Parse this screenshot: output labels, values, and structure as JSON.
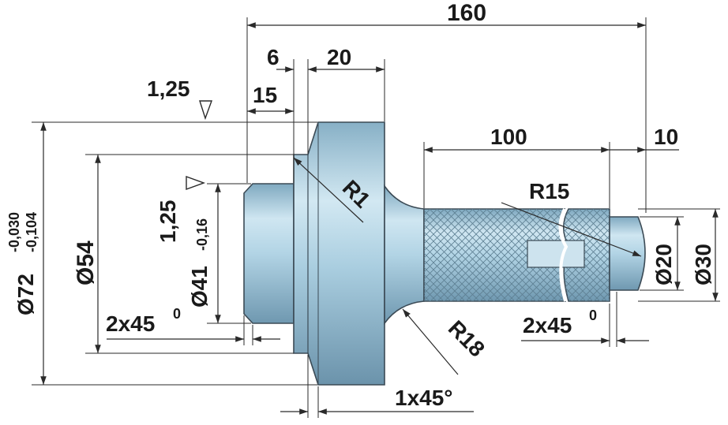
{
  "dimensions": {
    "overall_length": "160",
    "d6": "6",
    "d20": "20",
    "d15": "15",
    "roughness_top": "1,25",
    "roughness_side": "1,25",
    "len_100": "100",
    "len_10": "10",
    "radius_r1": "R1",
    "radius_r15": "R15",
    "radius_r18": "R18",
    "dia_72_main": "Ø72",
    "dia_72_tol_upper": "-0,030",
    "dia_72_tol_lower": "-0,104",
    "dia_54": "Ø54",
    "dia_41_main": "Ø41",
    "dia_41_tol": "-0,16",
    "dia_20": "Ø20",
    "dia_30": "Ø30",
    "chamfer_left": "2x45",
    "chamfer_right": "2x45",
    "chamfer_degree_symbol": "0",
    "chamfer_bottom": "1x45°"
  },
  "colors": {
    "part_fill": "#a9cde0",
    "part_dark": "#6f98b0",
    "part_light": "#d6ebf4",
    "line": "#2a2a2a"
  }
}
